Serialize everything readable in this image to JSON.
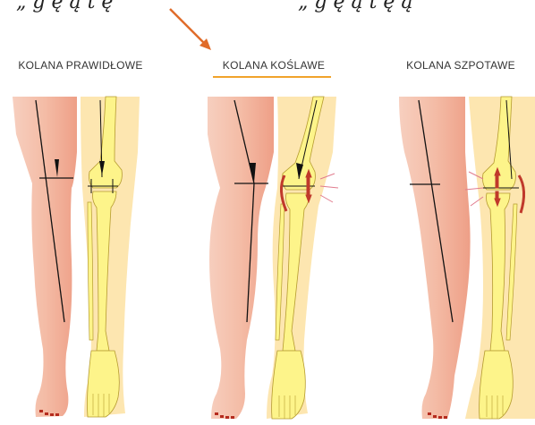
{
  "fragment": {
    "left": "„ g ę ą  t   ę",
    "right": "„ g ę ą  t ę  ą"
  },
  "labels": {
    "normal": "KOLANA PRAWIDŁOWE",
    "valgus": "KOLANA KOŚLAWE",
    "varus": "KOLANA SZPOTAWE"
  },
  "colors": {
    "skin": "#f4c2b0",
    "skin_shade": "#eda58e",
    "bone_bg": "#fde6b0",
    "bone": "#fdf48a",
    "bone_outline": "#b59b2f",
    "axis": "#111111",
    "arrow": "#e06c2a",
    "underline": "#f1a32b",
    "pain": "#c0392b"
  },
  "panels": [
    {
      "id": "normal"
    },
    {
      "id": "valgus"
    },
    {
      "id": "varus"
    }
  ]
}
